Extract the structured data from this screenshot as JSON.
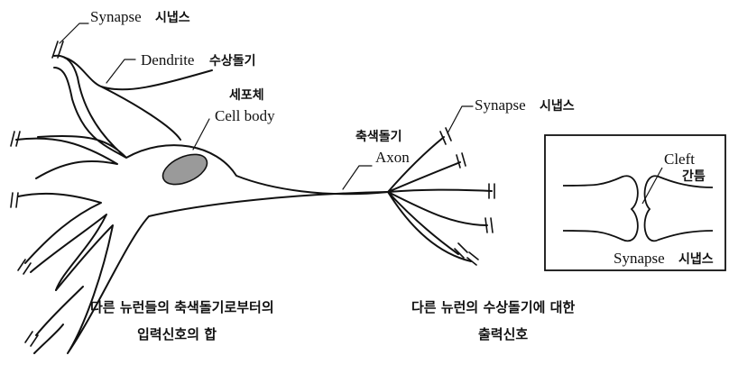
{
  "labels": {
    "synapse_top_en": "Synapse",
    "synapse_top_ko": "시냅스",
    "dendrite_en": "Dendrite",
    "dendrite_ko": "수상돌기",
    "cellbody_ko": "세포체",
    "cellbody_en": "Cell body",
    "axon_ko": "축색돌기",
    "axon_en": "Axon",
    "synapse_right_en": "Synapse",
    "synapse_right_ko": "시냅스"
  },
  "inset": {
    "cleft_en": "Cleft",
    "cleft_ko": "간틈",
    "synapse_en": "Synapse",
    "synapse_ko": "시냅스"
  },
  "captions": {
    "input_line1": "다른 뉴런들의 축색돌기로부터의",
    "input_line2": "입력신호의 합",
    "output_line1": "다른 뉴런의 수상돌기에 대한",
    "output_line2": "출력신호"
  },
  "colors": {
    "ink": "#111111",
    "nucleus_fill": "#9a9a9a"
  }
}
